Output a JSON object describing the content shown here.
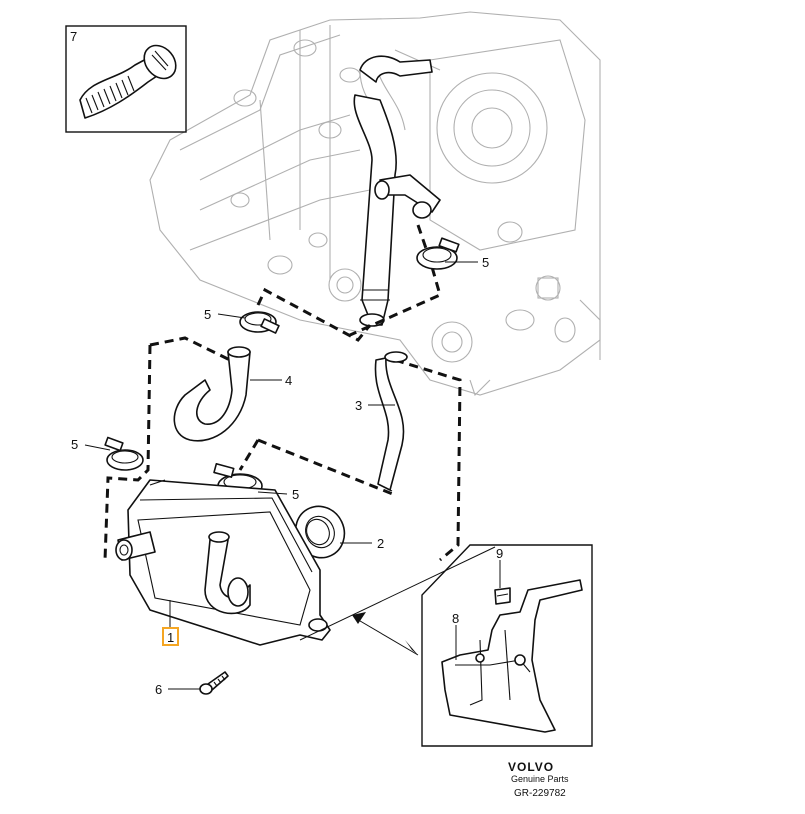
{
  "callouts": {
    "p1": "1",
    "p2": "2",
    "p3": "3",
    "p4": "4",
    "p5a": "5",
    "p5b": "5",
    "p5c": "5",
    "p5d": "5",
    "p6": "6",
    "p7": "7",
    "p8": "8",
    "p9": "9"
  },
  "highlight_color": "#f5a623",
  "footer": {
    "brand": "VOLVO",
    "subtitle": "Genuine Parts",
    "reference": "GR-229782"
  }
}
